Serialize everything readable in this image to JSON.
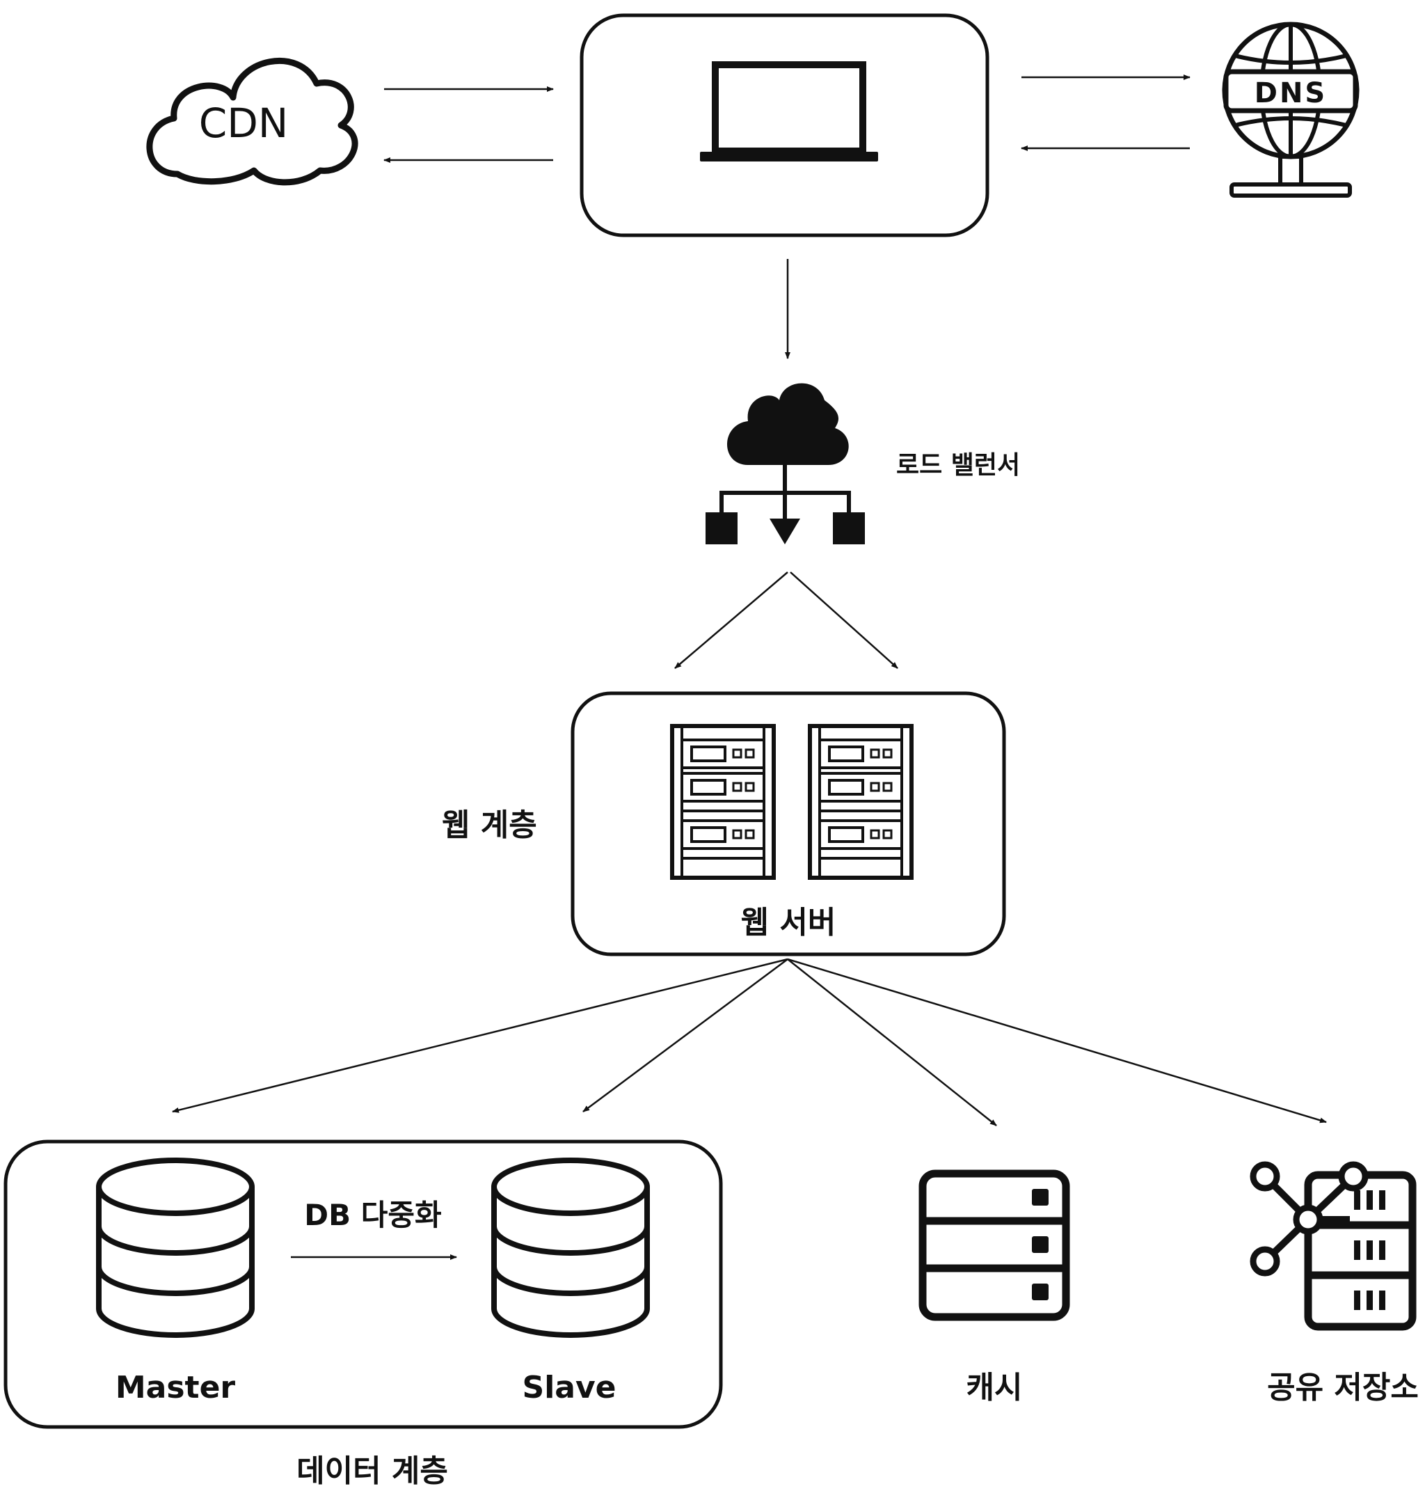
{
  "nodes": {
    "cdn": {
      "label": "CDN"
    },
    "dns": {
      "label": "DNS"
    },
    "load_balancer": {
      "label": "로드 밸런서"
    },
    "web_tier": {
      "label": "웹 계층"
    },
    "web_server": {
      "label": "웹 서버"
    },
    "db_replication": {
      "label": "DB 다중화"
    },
    "master": {
      "label": "Master"
    },
    "slave": {
      "label": "Slave"
    },
    "cache": {
      "label": "캐시"
    },
    "shared_storage": {
      "label": "공유 저장소"
    },
    "data_tier": {
      "label": "데이터 계층"
    }
  },
  "icons": {
    "client": "laptop-icon",
    "cdn": "cloud-icon",
    "dns": "globe-network-icon",
    "load_balancer": "cloud-network-icon",
    "web_server": "server-rack-icon",
    "database": "database-icon",
    "cache": "server-icon",
    "shared_storage": "storage-network-icon"
  }
}
